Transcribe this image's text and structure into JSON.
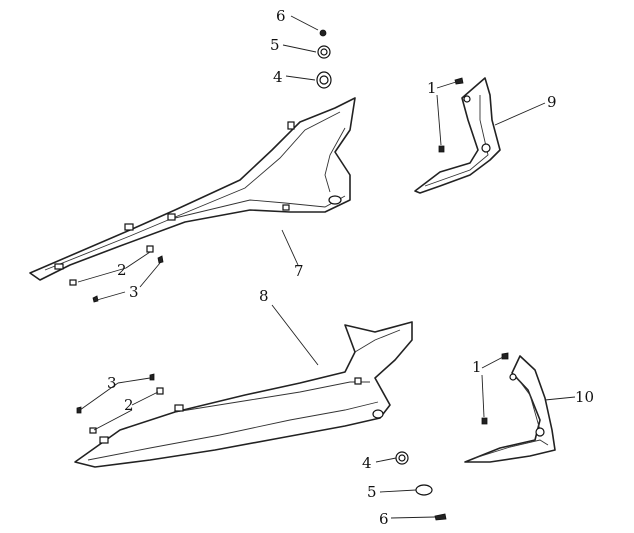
{
  "callouts": {
    "c1a": "1",
    "c1b": "1",
    "c2a": "2",
    "c2b": "2",
    "c3a": "3",
    "c3b": "3",
    "c4a": "4",
    "c4b": "4",
    "c5a": "5",
    "c5b": "5",
    "c6a": "6",
    "c6b": "6",
    "c7": "7",
    "c8": "8",
    "c9": "9",
    "c10": "10"
  },
  "colors": {
    "line": "#222222",
    "background": "#ffffff"
  }
}
